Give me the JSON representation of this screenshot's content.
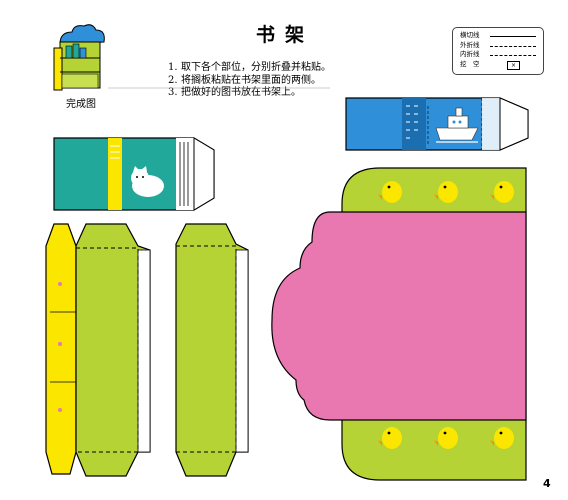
{
  "header": {
    "title": "书架"
  },
  "instructions": [
    {
      "num": "1.",
      "text": "取下各个部位，分别折叠并粘贴。"
    },
    {
      "num": "2.",
      "text": "将搁板粘贴在书架里面的两侧。"
    },
    {
      "num": "3.",
      "text": "把做好的图书放在书架上。"
    }
  ],
  "preview": {
    "label": "完成图"
  },
  "legend": {
    "cut_line": "横切线",
    "outer_fold": "外折线",
    "inner_fold": "内折线",
    "cut_out": "挖　空",
    "cut_out_mark": "×"
  },
  "page_number": "4",
  "colors": {
    "lime": "#b5d334",
    "yellow": "#fbe600",
    "teal": "#21a89a",
    "blue": "#2f8fd8",
    "pink": "#e977b0",
    "outline": "#000000"
  },
  "icons": [
    "bookshelf-preview-icon",
    "cat-icon",
    "boat-icon",
    "chick-icon"
  ]
}
